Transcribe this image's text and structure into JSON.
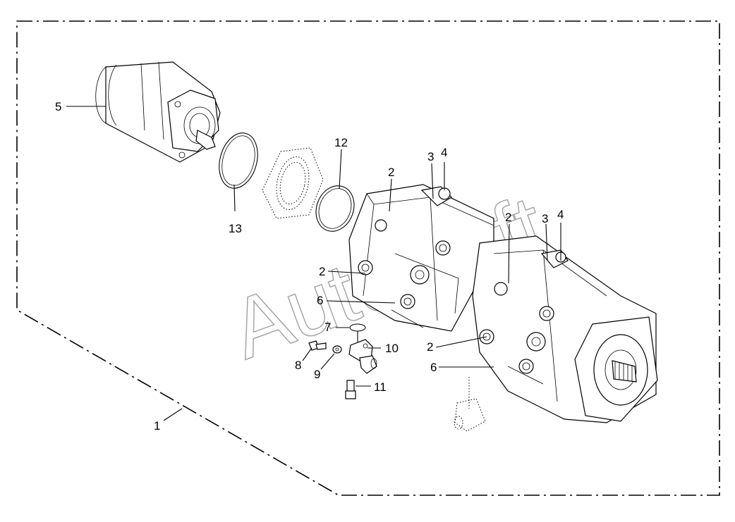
{
  "watermark": "AutoSoft",
  "callouts": {
    "c1": "1",
    "c2a": "2",
    "c2b": "2",
    "c2c": "2",
    "c2d": "2",
    "c3a": "3",
    "c3b": "3",
    "c4a": "4",
    "c4b": "4",
    "c5": "5",
    "c6a": "6",
    "c6b": "6",
    "c7": "7",
    "c8": "8",
    "c9": "9",
    "c10": "10",
    "c11": "11",
    "c12": "12",
    "c13": "13"
  }
}
